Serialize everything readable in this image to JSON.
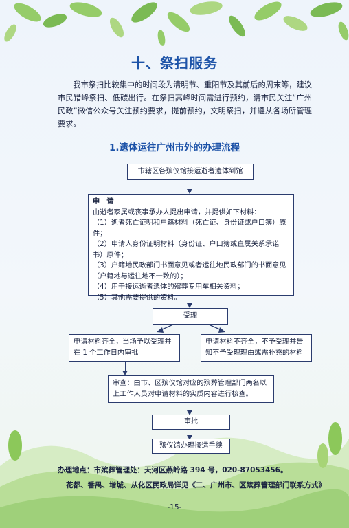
{
  "section_title": "十、祭扫服务",
  "intro": "我市祭扫比较集中的时间段为清明节、重阳节及其前后的周末等，建议市民错峰祭扫、低碳出行。在祭扫高峰时间需进行预约，请市民关注“广州民政”微信公众号关注预约要求，提前预约，文明祭扫，并遵从各场所管理要求。",
  "flow_title": "1.遗体运往广州市外的办理流程",
  "flow": {
    "step1": "市辖区各殡仪馆接运逝者遗体到馆",
    "apply": {
      "heading": "申　请",
      "lines": [
        "由逝者家属或丧事承办人提出申请，并提供如下材料：",
        "（1）逝者死亡证明和户籍材料（死亡证、身份证或户口簿）原件；",
        "（2）申请人身份证明材料（身份证、户口簿或直属关系承诺书）原件；",
        "（3）户籍地民政部门书面意见或者运往地民政部门的书面意见（户籍地与运往地不一致的）；",
        "（4）用于接运逝者遗体的殡葬专用车相关资料；",
        "（5）其他需要提供的资料。"
      ]
    },
    "accept": "受理",
    "complete": "申请材料齐全，当场予以受理并在 1 个工作日内审批",
    "incomplete": "申请材料不齐全，不予受理并告知不予受理理由或需补充的材料",
    "review": "审查：由市、区殡仪馆对应的殡葬管理部门两名以上工作人员对申请材料的实质内容进行核查。",
    "approve": "审批",
    "final": "殡仪馆办理接运手续"
  },
  "footer": {
    "line1": "办理地点：市殡葬管理处：天河区燕岭路 394 号，020-87053456。",
    "line2": "花都、番禺、增城、从化区民政局详见《二、广州市、区殡葬管理部门联系方式》"
  },
  "page_number": "-15-",
  "colors": {
    "title": "#1d53a8",
    "border": "#2b3c6e",
    "leaf": "#7cc04a"
  }
}
